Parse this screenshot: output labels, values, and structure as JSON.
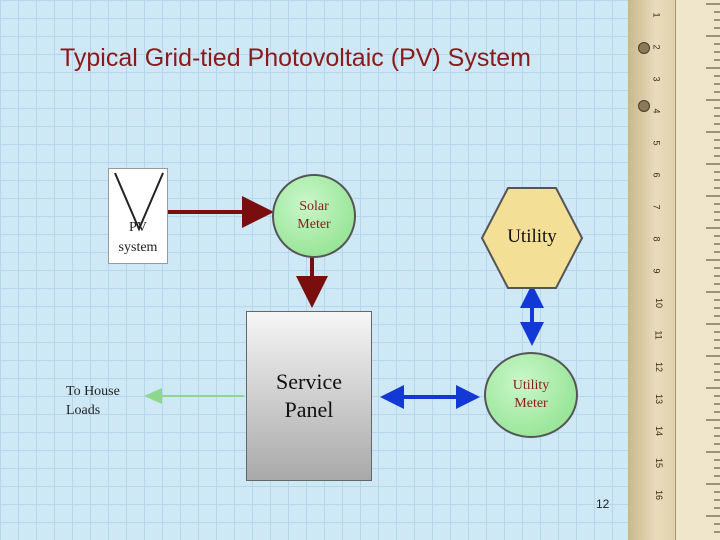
{
  "title": "Typical Grid-tied Photovoltaic (PV) System",
  "nodes": {
    "pv": {
      "line1": "PV",
      "line2": "system"
    },
    "solar_meter": {
      "line1": "Solar",
      "line2": "Meter"
    },
    "utility": "Utility",
    "service_panel": {
      "line1": "Service",
      "line2": "Panel"
    },
    "utility_meter": {
      "line1": "Utility",
      "line2": "Meter"
    },
    "house_loads": {
      "line1": "To House",
      "line2": "Loads"
    }
  },
  "page_number": "12",
  "ruler_numbers": [
    "1",
    "2",
    "3",
    "4",
    "5",
    "6",
    "7",
    "8",
    "9",
    "10",
    "11",
    "12",
    "13",
    "14",
    "15",
    "16"
  ],
  "colors": {
    "title": "#8b1a1a",
    "dark_red_arrow": "#7a0e0e",
    "blue_arrow": "#1238d6",
    "green_arrow": "#8fd68f",
    "node_fill": "#a6ecaa",
    "hexagon_fill": "#f4df96"
  }
}
